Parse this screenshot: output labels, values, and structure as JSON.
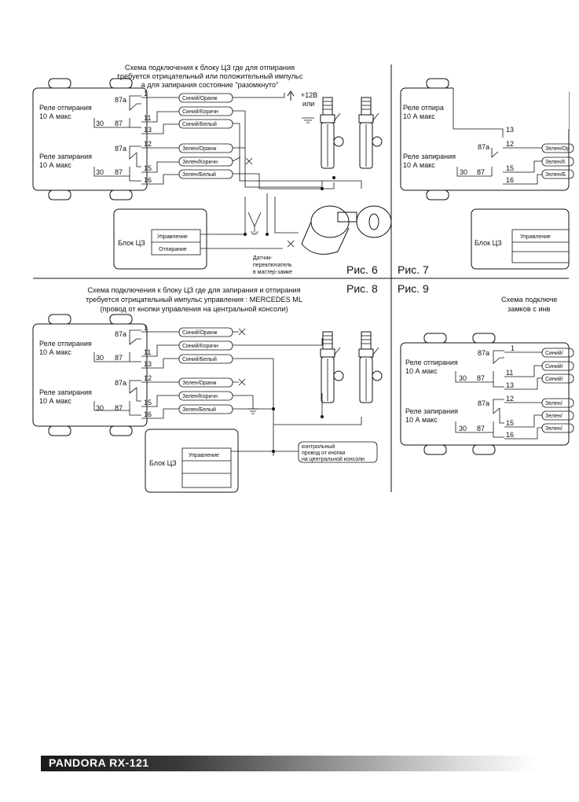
{
  "figures": {
    "fig6": {
      "label": "Рис. 6",
      "title": [
        "Схема подключения к блоку ЦЗ где для отпирания",
        "требуется отрицательный или положительный импульс",
        "а для запирания состояние \"разомкнуто\""
      ],
      "relay_unlock": [
        "Реле отпирания",
        "10 А макс"
      ],
      "relay_lock": [
        "Реле запирания",
        "10 А макс"
      ],
      "pins": {
        "p87a": "87a",
        "p30": "30",
        "p87": "87"
      },
      "wires": [
        {
          "num": "1",
          "color": "Синий/Оранж"
        },
        {
          "num": "11",
          "color": "Синий/Коричн"
        },
        {
          "num": "13",
          "color": "Синий/Белый"
        },
        {
          "num": "12",
          "color": "Зелен/Оранж"
        },
        {
          "num": "15",
          "color": "Зелен/Коричн"
        },
        {
          "num": "16",
          "color": "Зелен/Белый"
        }
      ],
      "power": "+12В",
      "power_or": "или",
      "block": "Блок ЦЗ",
      "ctrl": "Управление",
      "unlock": "Отпирание",
      "sensor": [
        "Датчик-",
        "переключатель",
        "в мастер-замке"
      ]
    },
    "fig7": {
      "label": "Рис. 7",
      "relay_unlock": [
        "Реле отпира",
        "10 А макс"
      ],
      "relay_lock": [
        "Реле запирания",
        "10 А макс"
      ],
      "pins": {
        "p87a": "87a",
        "p30": "30",
        "p87": "87"
      },
      "nums": [
        "13",
        "12",
        "15",
        "16"
      ],
      "wires": [
        "Зелен/Ор",
        "Зелен/К",
        "Зелен/Б"
      ],
      "block": "Блок ЦЗ",
      "ctrl": "Управление"
    },
    "fig8": {
      "label": "Рис. 8",
      "title": [
        "Схема подключения к блоку ЦЗ где для запирания и отпирания",
        "требуется отрицательный импульс управления : MERCEDES ML",
        "(провод от кнопки управления на центральной консоли)"
      ],
      "relay_unlock": [
        "Реле отпирания",
        "10 А макс"
      ],
      "relay_lock": [
        "Реле запирания",
        "10 А макс"
      ],
      "pins": {
        "p87a": "87a",
        "p30": "30",
        "p87": "87"
      },
      "wires": [
        {
          "num": "1",
          "color": "Синий/Оранж"
        },
        {
          "num": "11",
          "color": "Синий/Коричн"
        },
        {
          "num": "13",
          "color": "Синий/Белый"
        },
        {
          "num": "12",
          "color": "Зелен/Оранж"
        },
        {
          "num": "15",
          "color": "Зелен/Коричн"
        },
        {
          "num": "16",
          "color": "Зелен/Белый"
        }
      ],
      "block": "Блок ЦЗ",
      "ctrl": "Управление",
      "note": [
        "контрольный",
        "провод от кнопки",
        "на центральной консоли"
      ]
    },
    "fig9": {
      "label": "Рис. 9",
      "title": [
        "Схема подключе",
        "замков с инв"
      ],
      "relay_unlock": [
        "Реле отпирания",
        "10 А макс"
      ],
      "relay_lock": [
        "Реле запирания",
        "10 А макс"
      ],
      "pins": {
        "p87a": "87a",
        "p30": "30",
        "p87": "87"
      },
      "nums": [
        "1",
        "11",
        "13",
        "12",
        "15",
        "16"
      ],
      "wires": [
        "Синий/",
        "Синий/",
        "Синий/",
        "Зелен/",
        "Зелен/",
        "Зелен/"
      ]
    }
  },
  "footer": {
    "brand": "PANDORA RX-121"
  }
}
